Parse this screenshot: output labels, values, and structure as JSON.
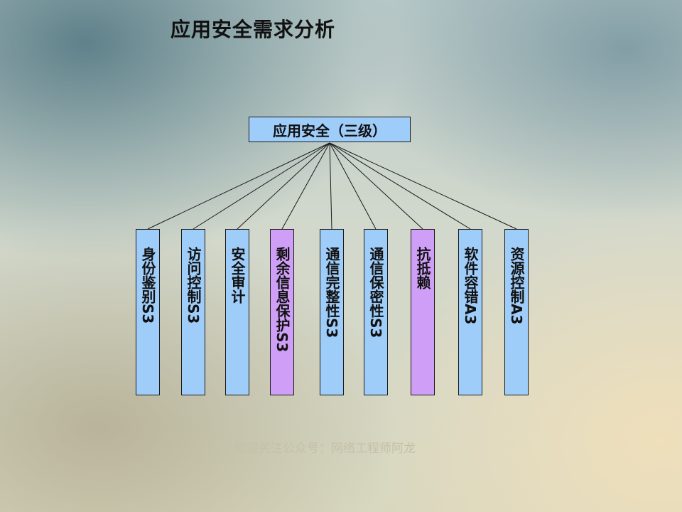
{
  "title": "应用安全需求分析",
  "root": {
    "label": "应用安全（三级）",
    "color": "#9fcdfa"
  },
  "children": [
    {
      "label": "身份鉴别S3",
      "color": "#9fcdfa"
    },
    {
      "label": "访问控制S3",
      "color": "#9fcdfa"
    },
    {
      "label": "安全审计",
      "color": "#9fcdfa"
    },
    {
      "label": "剩余信息保护S3",
      "color": "#cf9ff7"
    },
    {
      "label": "通信完整性S3",
      "color": "#9fcdfa"
    },
    {
      "label": "通信保密性S3",
      "color": "#9fcdfa"
    },
    {
      "label": "抗抵赖",
      "color": "#cf9ff7"
    },
    {
      "label": "软件容错A3",
      "color": "#9fcdfa"
    },
    {
      "label": "资源控制A3",
      "color": "#9fcdfa"
    }
  ],
  "watermark": "欢迎关注公众号：网络工程师阿龙"
}
